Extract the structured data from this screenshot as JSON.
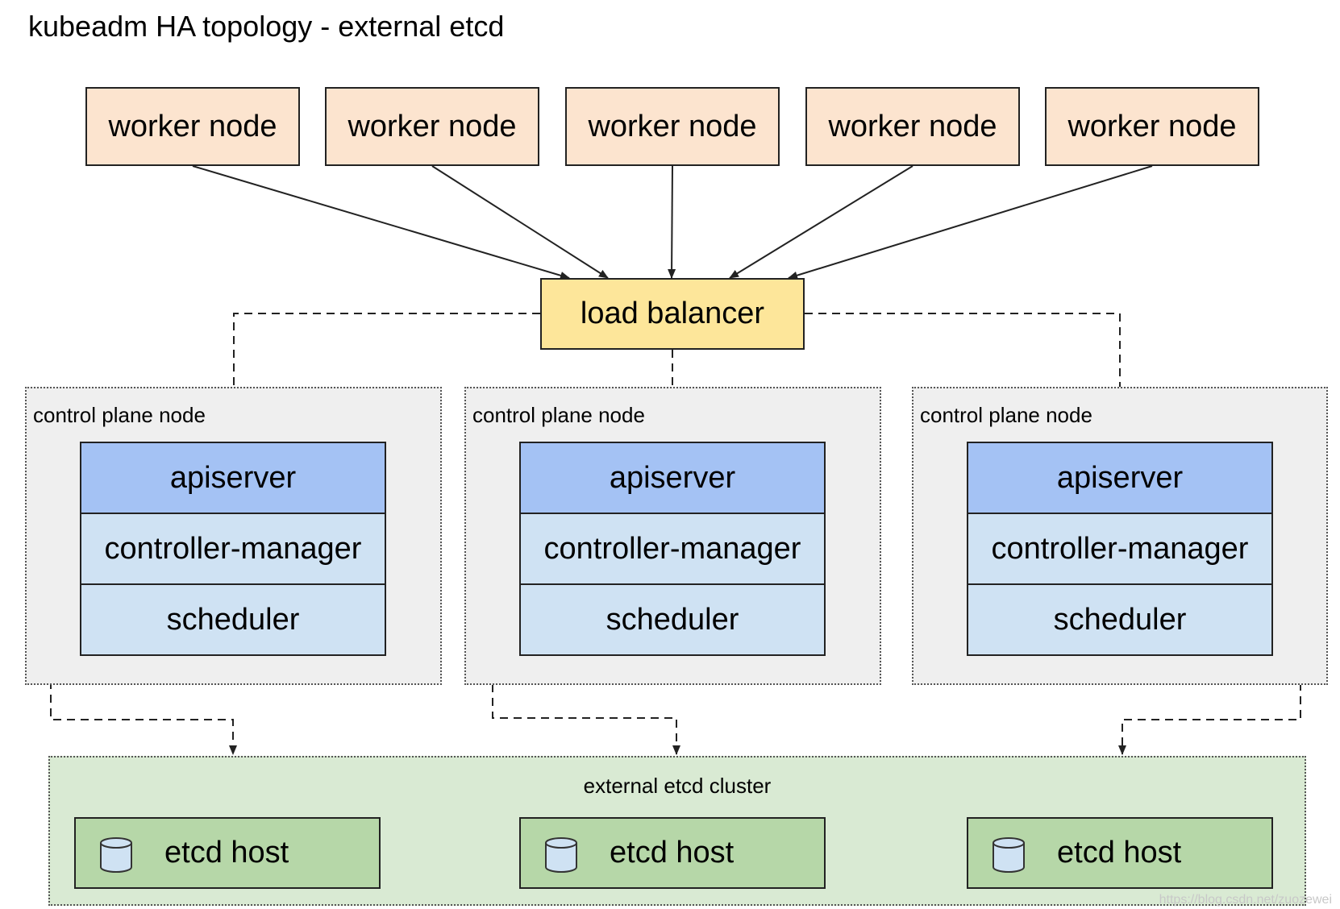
{
  "title": "kubeadm HA topology - external etcd",
  "worker_nodes": [
    "worker node",
    "worker node",
    "worker node",
    "worker node",
    "worker node"
  ],
  "load_balancer": "load balancer",
  "control_plane_nodes": [
    {
      "label": "control plane node",
      "apiserver": "apiserver",
      "controller_manager": "controller-manager",
      "scheduler": "scheduler"
    },
    {
      "label": "control plane node",
      "apiserver": "apiserver",
      "controller_manager": "controller-manager",
      "scheduler": "scheduler"
    },
    {
      "label": "control plane node",
      "apiserver": "apiserver",
      "controller_manager": "controller-manager",
      "scheduler": "scheduler"
    }
  ],
  "etcd_cluster": {
    "label": "external etcd cluster",
    "hosts": [
      "etcd host",
      "etcd host",
      "etcd host"
    ]
  },
  "watermark": "https://blog.csdn.net/zuozewei",
  "colors": {
    "worker": "#fce4cf",
    "load_balancer": "#fde69a",
    "control_plane_bg": "#efefef",
    "apiserver": "#a4c2f4",
    "component": "#cfe2f3",
    "etcd_cluster_bg": "#d9ead3",
    "etcd_host": "#b6d7a8",
    "database_icon": "#cfe2f3"
  }
}
